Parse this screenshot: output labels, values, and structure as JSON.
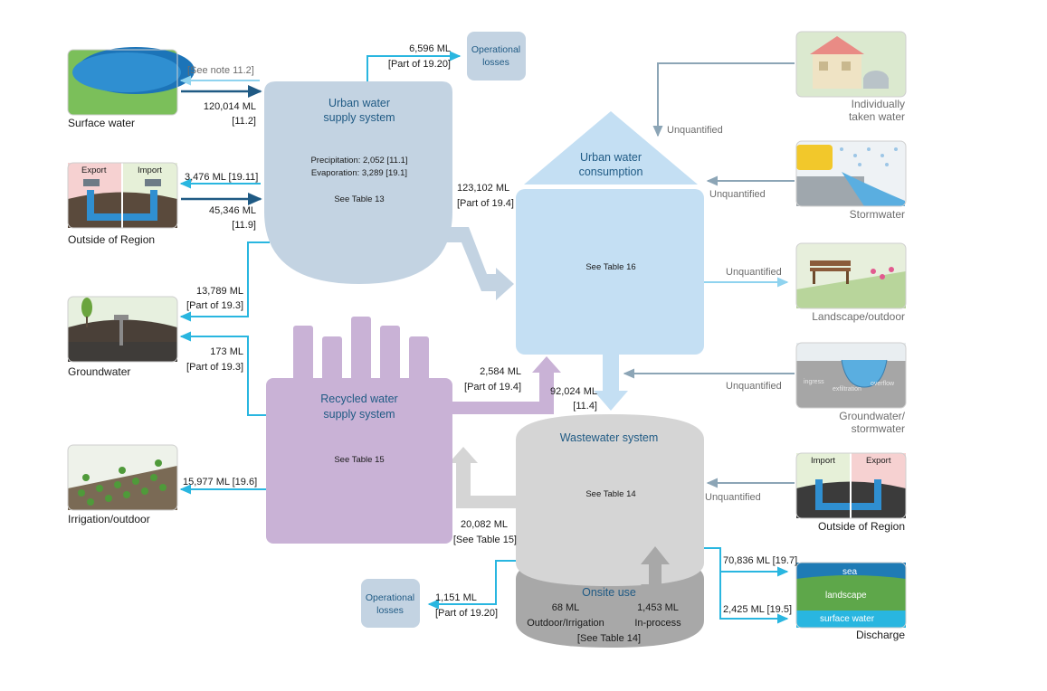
{
  "sources_left": {
    "surface_water": "Surface water",
    "outside_region": "Outside of Region",
    "groundwater": "Groundwater",
    "irrigation": "Irrigation/outdoor",
    "export": "Export",
    "import": "Import"
  },
  "sources_right": {
    "individually_taken_1": "Individually",
    "individually_taken_2": "taken water",
    "stormwater": "Stormwater",
    "landscape": "Landscape/outdoor",
    "gw_storm_1": "Groundwater/",
    "gw_storm_2": "stormwater",
    "outside_region": "Outside of Region",
    "discharge": "Discharge",
    "import": "Import",
    "export": "Export",
    "ingress": "ingress",
    "exfiltration": "exfiltration",
    "overflow": "overflow",
    "sea": "sea",
    "landscape_small": "landscape",
    "surface_water_small": "surface water"
  },
  "urban_supply": {
    "title_1": "Urban water",
    "title_2": "supply system",
    "precip": "Precipitation: 2,052 [11.1]",
    "evap": "Evaporation:  3,289 [19.1]",
    "see": "See Table 13"
  },
  "consumption": {
    "title_1": "Urban water",
    "title_2": "consumption",
    "see": "See Table 16"
  },
  "recycled": {
    "title_1": "Recycled water",
    "title_2": "supply system",
    "see": "See Table 15"
  },
  "wastewater": {
    "title": "Wastewater system",
    "see": "See Table 14"
  },
  "onsite": {
    "title": "Onsite use",
    "v1": "68 ML",
    "v1_label": "Outdoor/Irrigation",
    "v2": "1,453 ML",
    "v2_label": "In-process",
    "see": "[See Table 14]"
  },
  "operational_losses": {
    "line1": "Operational",
    "line2": "losses"
  },
  "flows": {
    "see_note": "[See note 11.2]",
    "surface_in_1": "120,014 ML",
    "surface_in_2": "[11.2]",
    "op_losses_top_1": "6,596 ML",
    "op_losses_top_2": "[Part of 19.20]",
    "export_out": "3,476 ML  [19.11]",
    "import_in_1": "45,346 ML",
    "import_in_2": "[11.9]",
    "supply_to_cons_1": "123,102 ML",
    "supply_to_cons_2": "[Part of 19.4]",
    "gw_out_1_1": "13,789 ML",
    "gw_out_1_2": "[Part of 19.3]",
    "gw_out_2_1": "173 ML",
    "gw_out_2_2": "[Part of 19.3]",
    "recycled_to_cons_1": "2,584 ML",
    "recycled_to_cons_2": "[Part of 19.4]",
    "cons_to_ww_1": "92,024 ML",
    "cons_to_ww_2": "[11.4]",
    "irrigation_out": "15,977 ML [19.6]",
    "ww_to_recycled_1": "20,082 ML",
    "ww_to_recycled_2": "[See Table 15]",
    "op_losses_bottom_1": "1,151 ML",
    "op_losses_bottom_2": "[Part of 19.20]",
    "discharge_sea": "70,836 ML [19.7]",
    "discharge_surface": "2,425 ML [19.5]",
    "unquantified_1": "Unquantified",
    "unquantified_2": "Unquantified",
    "unquantified_3": "Unquantified",
    "unquantified_4": "Unquantified",
    "unquantified_5": "Unquantified"
  },
  "colors": {
    "cyan": "#29b6e0",
    "navy": "#1f5a84",
    "supply": "#c3d3e2",
    "consumption": "#c4dff3",
    "recycled": "#c9b2d6",
    "wastewater": "#d5d5d5",
    "onsite": "#a8a8a8",
    "gray_arrow": "#8ca5b6"
  }
}
